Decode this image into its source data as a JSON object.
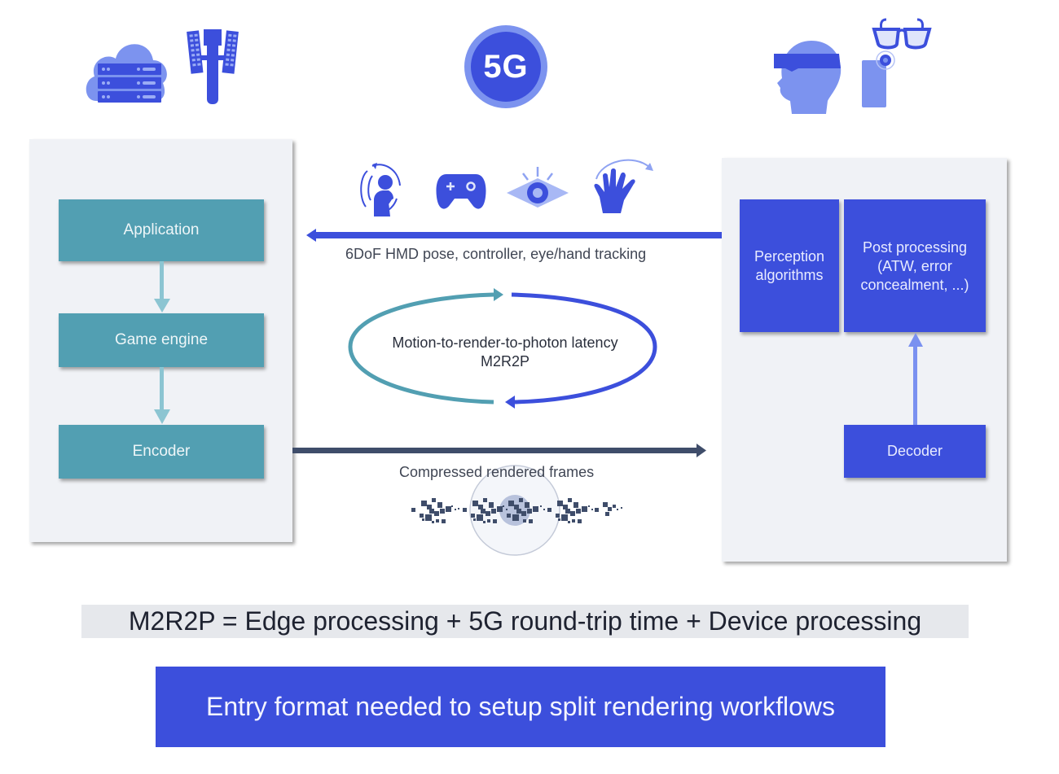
{
  "top_icons": {
    "edge": [
      "cloud-server-icon",
      "cell-tower-icon"
    ],
    "network": {
      "icon": "5g-badge-icon",
      "label": "5G"
    },
    "device": [
      "vr-headset-head-icon",
      "smart-glasses-icon",
      "smartphone-icon"
    ]
  },
  "edge_panel": {
    "boxes": [
      {
        "label": "Application"
      },
      {
        "label": "Game engine"
      },
      {
        "label": "Encoder"
      }
    ]
  },
  "device_panel": {
    "boxes": [
      {
        "label": "Perception algorithms"
      },
      {
        "label": "Post processing (ATW, error concealment, ...)"
      },
      {
        "label": "Decoder"
      }
    ],
    "perception_lines": [
      "Perception",
      "algorithms"
    ],
    "post_lines": [
      "Post processing",
      "(ATW, error",
      "concealment, ...)"
    ]
  },
  "tracking": {
    "icons": [
      "head-tracking-icon",
      "gamepad-icon",
      "eye-tracking-icon",
      "hand-tracking-icon"
    ],
    "label": "6DoF HMD pose, controller, eye/hand tracking"
  },
  "latency_loop": {
    "line1": "Motion-to-render-to-photon latency",
    "line2": "M2R2P"
  },
  "frames": {
    "label": "Compressed rendered frames"
  },
  "formula": "M2R2P = Edge processing + 5G round-trip time + Device processing",
  "entry_button": "Entry format needed to setup split rendering workflows",
  "colors": {
    "teal": "#529fb2",
    "blue": "#3c4fdc",
    "light_blue": "#7a91f0",
    "panel_bg": "#f0f2f6",
    "frames_arrow": "#3f4d6a"
  }
}
